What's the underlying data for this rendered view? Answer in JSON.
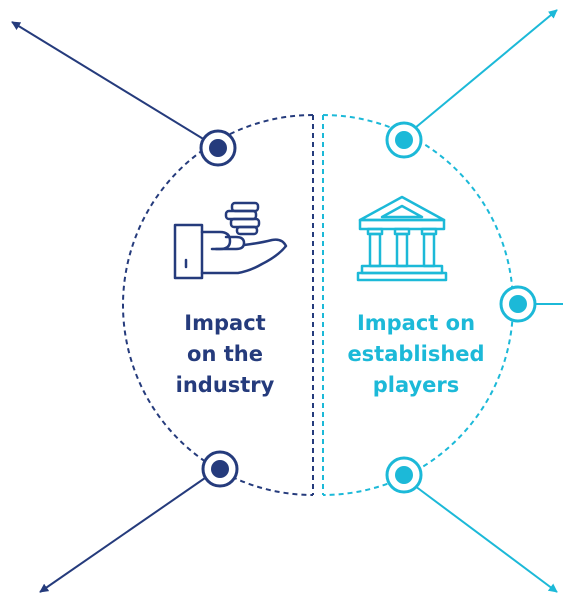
{
  "colors": {
    "left": "#253b7c",
    "right": "#1cb9d8",
    "white": "#ffffff"
  },
  "left_half": {
    "icon": "hand-with-coins-icon",
    "label_lines": [
      "Impact",
      "on the",
      "industry"
    ]
  },
  "right_half": {
    "icon": "bank-building-icon",
    "label_lines": [
      "Impact on",
      "established",
      "players"
    ]
  }
}
